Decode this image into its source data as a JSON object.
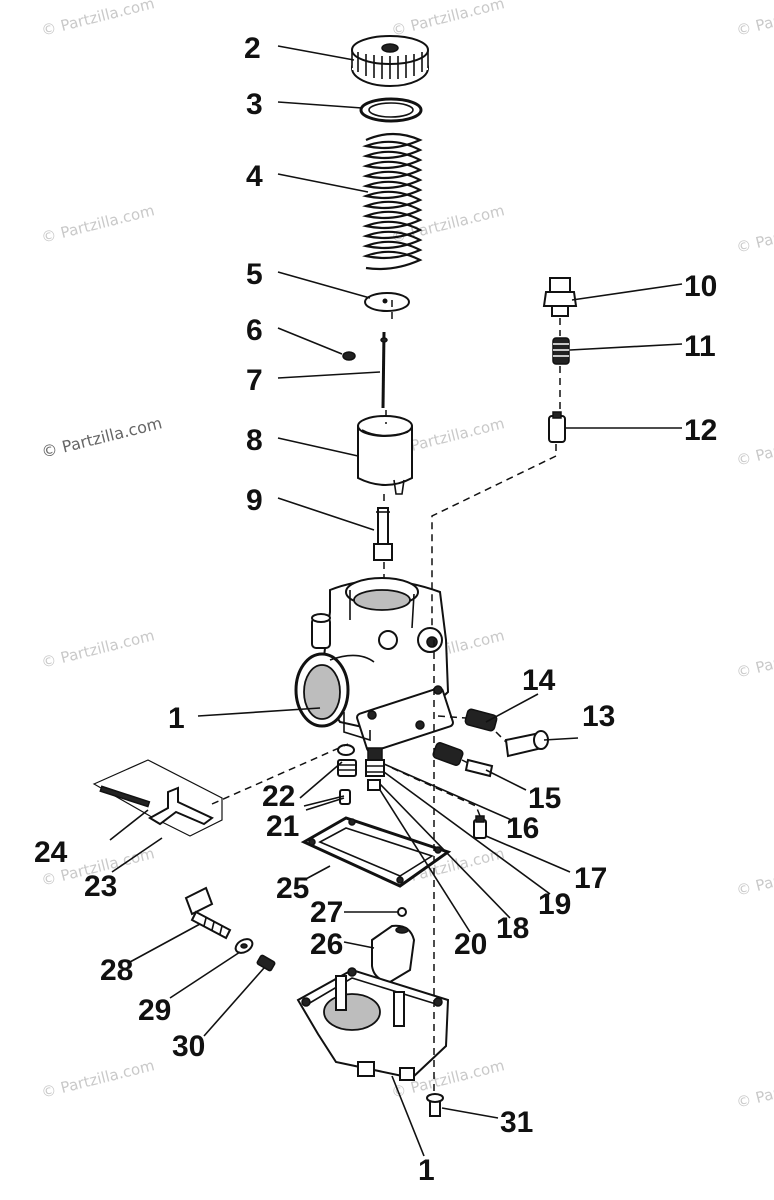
{
  "watermark": "© Partzilla.com",
  "callouts": {
    "c1a": "1",
    "c1b": "1",
    "c2": "2",
    "c3": "3",
    "c4": "4",
    "c5": "5",
    "c6": "6",
    "c7": "7",
    "c8": "8",
    "c9": "9",
    "c10": "10",
    "c11": "11",
    "c12": "12",
    "c13": "13",
    "c14": "14",
    "c15": "15",
    "c16": "16",
    "c17": "17",
    "c18": "18",
    "c19": "19",
    "c20": "20",
    "c21": "21",
    "c22": "22",
    "c23": "23",
    "c24": "24",
    "c25": "25",
    "c26": "26",
    "c27": "27",
    "c28": "28",
    "c29": "29",
    "c30": "30",
    "c31": "31"
  }
}
